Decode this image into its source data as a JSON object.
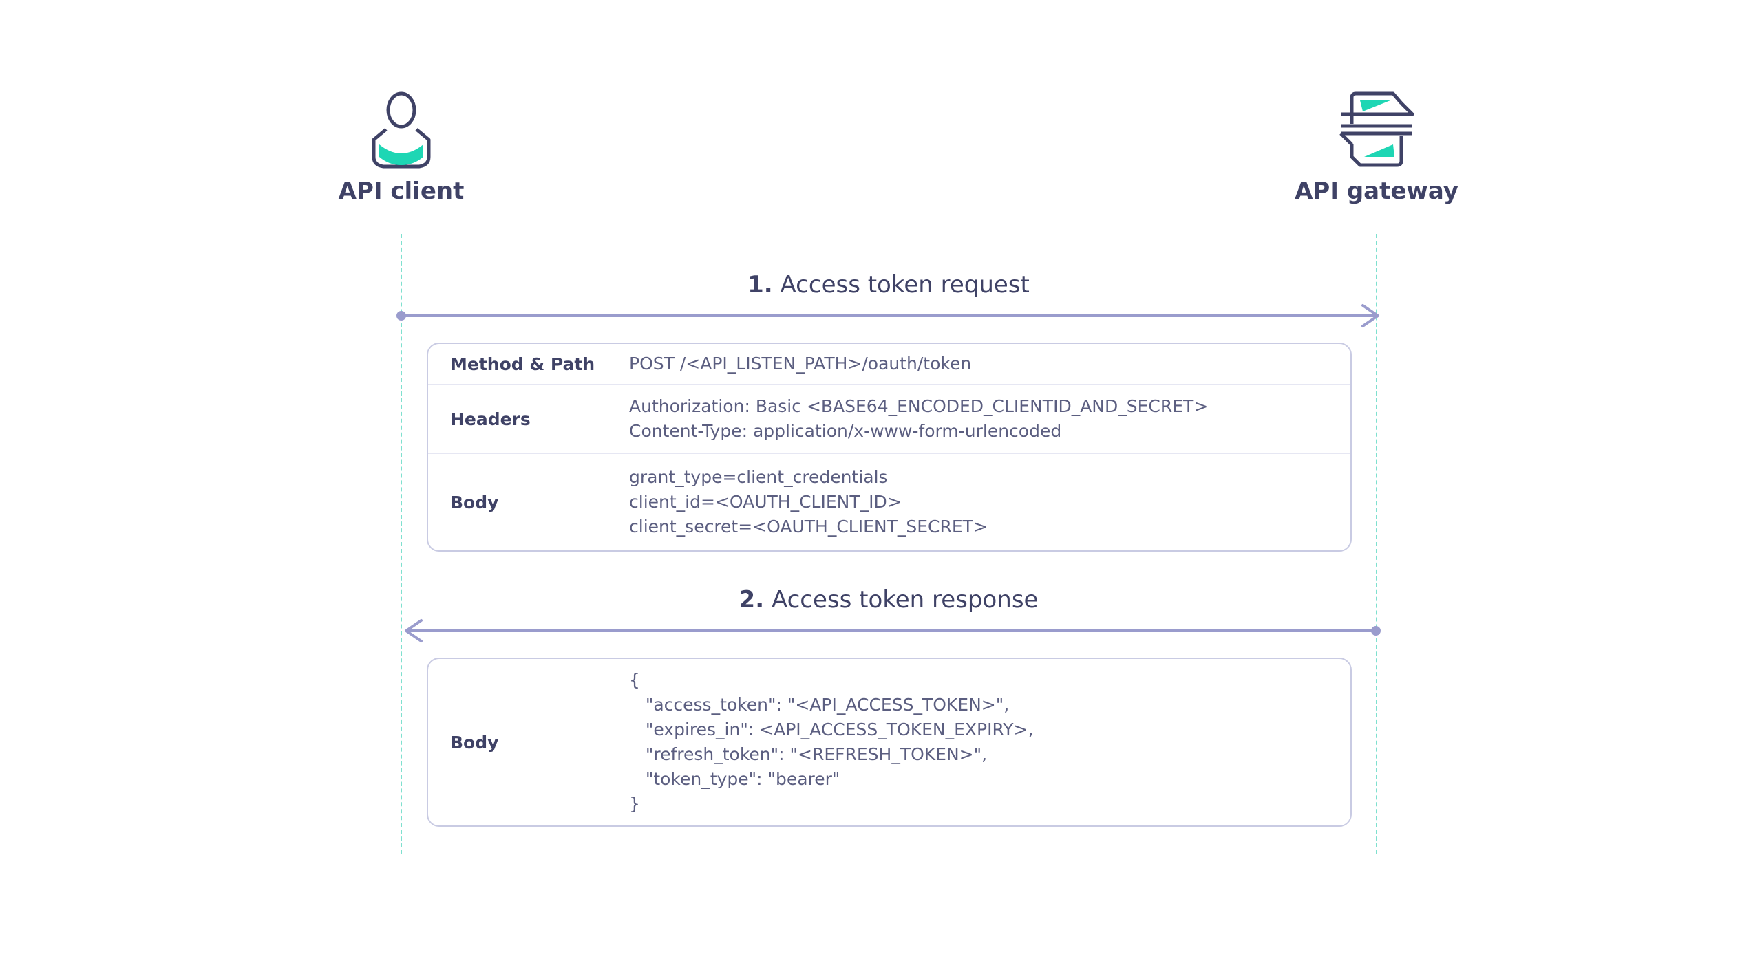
{
  "actors": {
    "client": {
      "name": "API client",
      "icon": "user-icon"
    },
    "gateway": {
      "name": "API gateway",
      "icon": "gateway-icon"
    }
  },
  "colors": {
    "text": "#3f4266",
    "arrow": "#9a9ccd",
    "lifeline": "#7fe0cf",
    "accent": "#1ed6b4",
    "box_border": "#c9cbe3"
  },
  "messages": [
    {
      "number": "1.",
      "title": "Access token request",
      "direction": "client-to-gateway",
      "rows": [
        {
          "label": "Method & Path",
          "lines": [
            "POST /<API_LISTEN_PATH>/oauth/token"
          ]
        },
        {
          "label": "Headers",
          "lines": [
            "Authorization: Basic <BASE64_ENCODED_CLIENTID_AND_SECRET>",
            "Content-Type: application/x-www-form-urlencoded"
          ]
        },
        {
          "label": "Body",
          "lines": [
            "grant_type=client_credentials",
            "client_id=<OAUTH_CLIENT_ID>",
            "client_secret=<OAUTH_CLIENT_SECRET>"
          ]
        }
      ]
    },
    {
      "number": "2.",
      "title": "Access token response",
      "direction": "gateway-to-client",
      "rows": [
        {
          "label": "Body",
          "lines": [
            "{",
            "   \"access_token\": \"<API_ACCESS_TOKEN>\",",
            "   \"expires_in\": <API_ACCESS_TOKEN_EXPIRY>,",
            "   \"refresh_token\": \"<REFRESH_TOKEN>\",",
            "   \"token_type\": \"bearer\"",
            "}"
          ]
        }
      ]
    }
  ]
}
